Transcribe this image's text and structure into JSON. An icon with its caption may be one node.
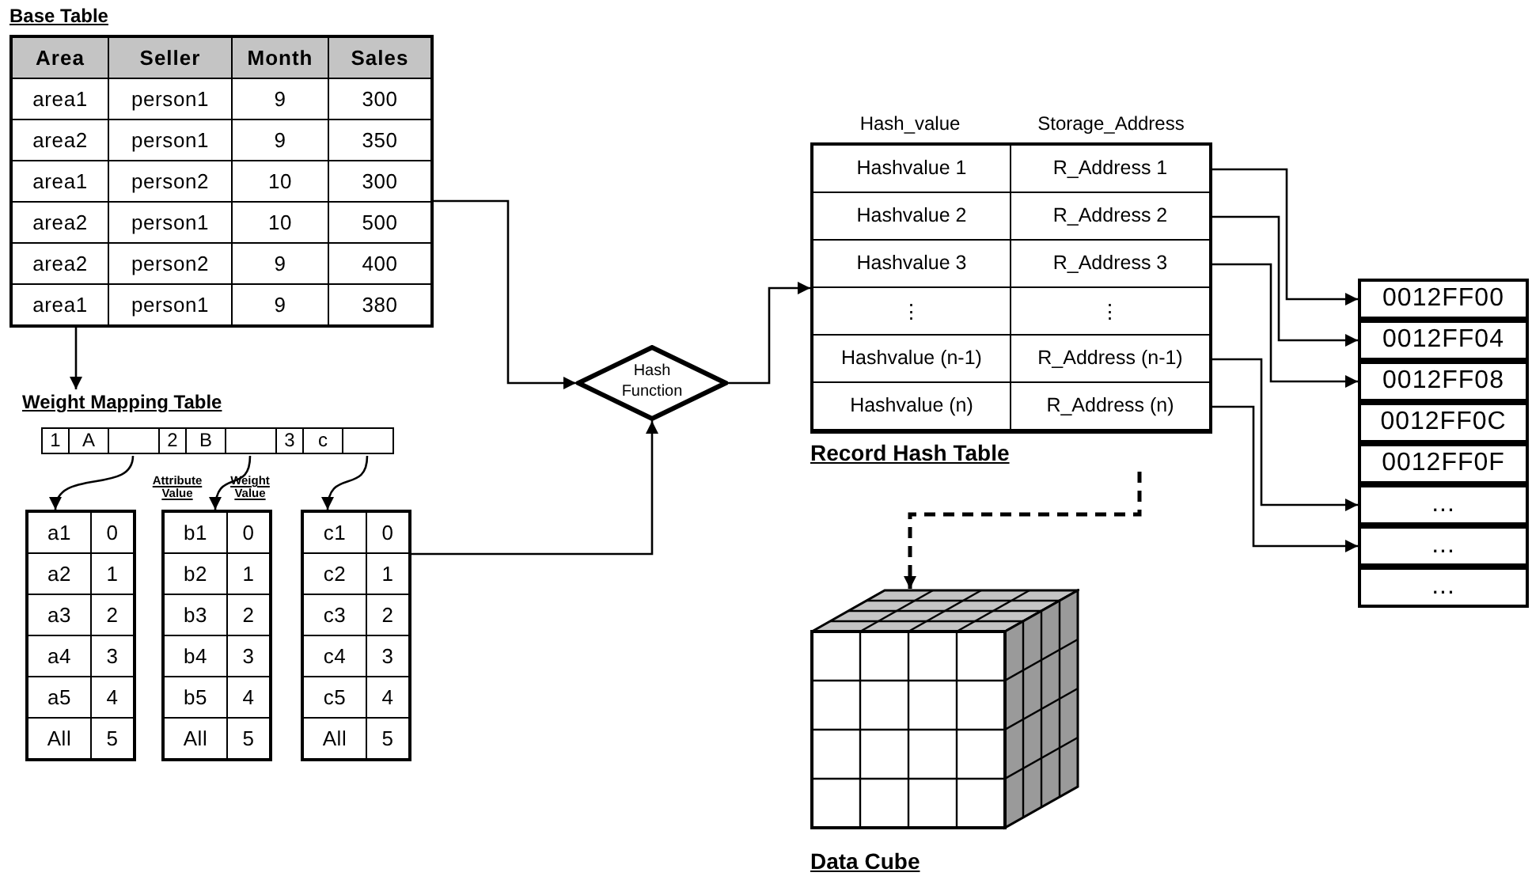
{
  "diagram": {
    "nodes": [
      {
        "text": [
          "Base Table",
          "Area",
          "Seller",
          "Month",
          "Sales",
          "area1",
          "person1",
          "9",
          "300",
          "area2",
          "person1",
          "9",
          "350",
          "area1",
          "person2",
          "10",
          "300",
          "area2",
          "person1",
          "10",
          "500",
          "area2",
          "person2",
          "9",
          "400",
          "area1",
          "person1",
          "9",
          "380"
        ]
      },
      {
        "text": [
          "Weight Mapping Table",
          "1",
          "A",
          "2",
          "B",
          "3",
          "c"
        ]
      },
      {
        "text": [
          "a1",
          "0",
          "a2",
          "1",
          "a3",
          "2",
          "a4",
          "3",
          "a5",
          "4",
          "All",
          "5"
        ]
      },
      {
        "text": [
          "b1",
          "0",
          "b2",
          "1",
          "b3",
          "2",
          "b4",
          "3",
          "b5",
          "4",
          "All",
          "5"
        ]
      },
      {
        "text": [
          "c1",
          "0",
          "c2",
          "1",
          "c3",
          "2",
          "c4",
          "3",
          "c5",
          "4",
          "All",
          "5"
        ]
      },
      {
        "text": [
          "Hash Function"
        ]
      },
      {
        "text": [
          "Hash_value",
          "Storage_Address",
          "Record Hash Table"
        ]
      },
      {
        "text": [
          "Hashvalue 1",
          "R_Address 1"
        ],
        "in": 6
      },
      {
        "text": [
          "Hashvalue 2",
          "R_Address 2"
        ],
        "in": 6
      },
      {
        "text": [
          "Hashvalue 3",
          "R_Address 3"
        ],
        "in": 6
      },
      {
        "text": [
          "⋮",
          "⋮"
        ],
        "in": 6
      },
      {
        "text": [
          "Hashvalue (n-1)",
          "R_Address (n-1)"
        ],
        "in": 6
      },
      {
        "text": [
          "Hashvalue (n)",
          "R_Address (n)"
        ],
        "in": 6
      },
      {
        "text": [
          "0012FF00"
        ]
      },
      {
        "text": [
          "0012FF04"
        ]
      },
      {
        "text": [
          "0012FF08"
        ]
      },
      {
        "text": [
          "0012FF0C"
        ]
      },
      {
        "text": [
          "0012FF0F"
        ]
      },
      {
        "text": [
          "..."
        ]
      },
      {
        "text": [
          "..."
        ]
      },
      {
        "text": [
          "..."
        ]
      },
      {
        "text": [
          "Data Cube"
        ]
      }
    ],
    "edges": [
      {
        "from": 0,
        "to": 5,
        "arrow": "to"
      },
      {
        "from": 0,
        "to": 1,
        "arrow": "to"
      },
      {
        "from": 1,
        "to": 2,
        "arrow": "to"
      },
      {
        "from": 1,
        "to": 3,
        "arrow": "to"
      },
      {
        "from": 1,
        "to": 4,
        "arrow": "to"
      },
      {
        "from": 4,
        "to": 5,
        "arrow": "to"
      },
      {
        "from": 5,
        "to": 6,
        "arrow": "to"
      },
      {
        "from": 7,
        "to": 13,
        "arrow": "to"
      },
      {
        "from": 8,
        "to": 14,
        "arrow": "to"
      },
      {
        "from": 9,
        "to": 15,
        "arrow": "to"
      },
      {
        "from": 11,
        "to": 18,
        "arrow": "to"
      },
      {
        "from": 12,
        "to": 19,
        "arrow": "to"
      },
      {
        "from": 6,
        "to": 21,
        "arrow": "to",
        "style": "dashed"
      }
    ],
    "labels": [
      "Attribute Value",
      "Weight Value"
    ]
  }
}
